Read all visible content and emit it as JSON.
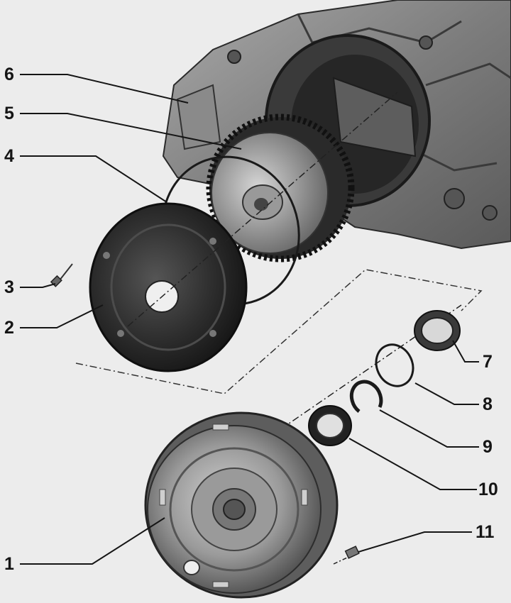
{
  "colors": {
    "background": "#ececec",
    "ink": "#151515",
    "part_dark": "#2a2a2a",
    "part_mid": "#6f6f6f",
    "part_light": "#b9b9b9"
  },
  "callouts": {
    "c1": "1",
    "c2": "2",
    "c3": "3",
    "c4": "4",
    "c5": "5",
    "c6": "6",
    "c7": "7",
    "c8": "8",
    "c9": "9",
    "c10": "10",
    "c11": "11"
  }
}
